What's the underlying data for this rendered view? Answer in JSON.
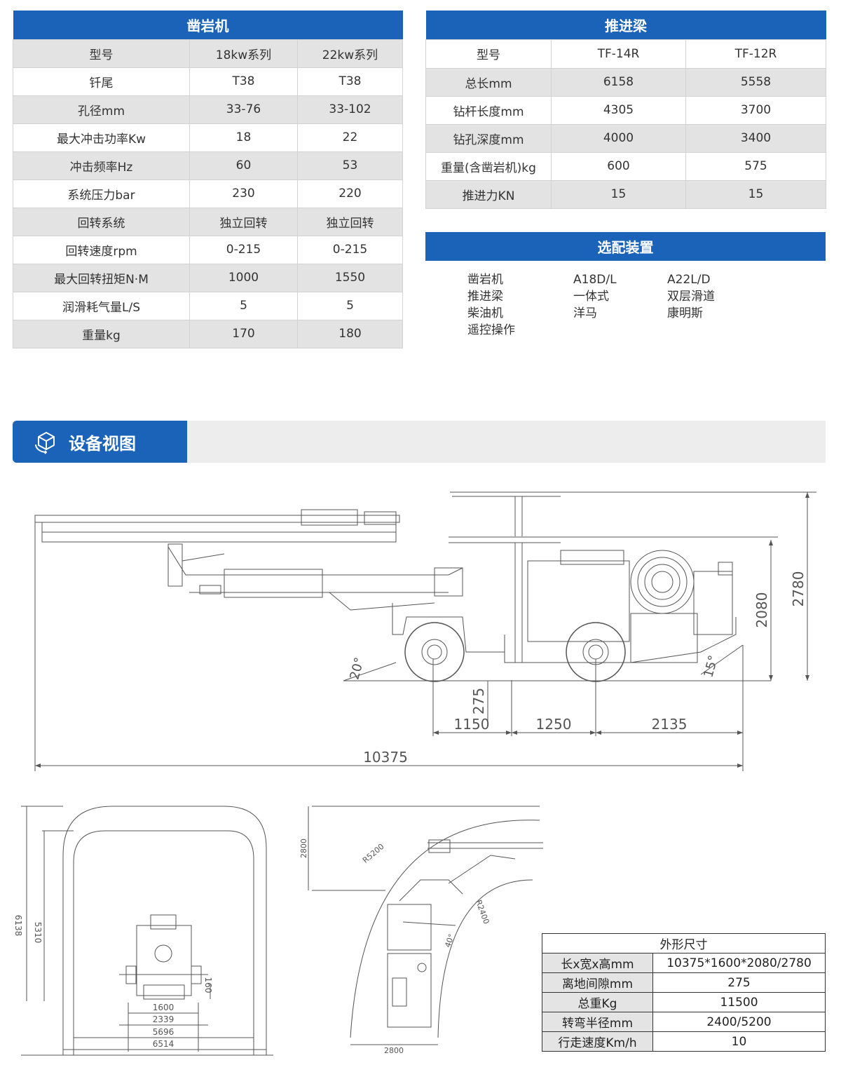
{
  "rock_drill": {
    "title": "凿岩机",
    "rows": [
      [
        "型号",
        "18kw系列",
        "22kw系列"
      ],
      [
        "钎尾",
        "T38",
        "T38"
      ],
      [
        "孔径mm",
        "33-76",
        "33-102"
      ],
      [
        "最大冲击功率Kw",
        "18",
        "22"
      ],
      [
        "冲击频率Hz",
        "60",
        "53"
      ],
      [
        "系统压力bar",
        "230",
        "220"
      ],
      [
        "回转系统",
        "独立回转",
        "独立回转"
      ],
      [
        "回转速度rpm",
        "0-215",
        "0-215"
      ],
      [
        "最大回转扭矩N·M",
        "1000",
        "1550"
      ],
      [
        "润滑耗气量L/S",
        "5",
        "5"
      ],
      [
        "重量kg",
        "170",
        "180"
      ]
    ]
  },
  "feed_beam": {
    "title": "推进梁",
    "rows": [
      [
        "型号",
        "TF-14R",
        "TF-12R"
      ],
      [
        "总长mm",
        "6158",
        "5558"
      ],
      [
        "钻杆长度mm",
        "4305",
        "3700"
      ],
      [
        "钻孔深度mm",
        "4000",
        "3400"
      ],
      [
        "重量(含凿岩机)kg",
        "600",
        "575"
      ],
      [
        "推进力KN",
        "15",
        "15"
      ]
    ]
  },
  "options": {
    "title": "选配装置",
    "col1": [
      "凿岩机",
      "推进梁",
      "柴油机",
      "遥控操作"
    ],
    "col2": [
      "A18D/L",
      "一体式",
      "洋马"
    ],
    "col3": [
      "A22L/D",
      "双层滑道",
      "康明斯"
    ]
  },
  "section": {
    "title": "设备视图",
    "icon": "cube-icon"
  },
  "side_view": {
    "dims": {
      "height_high": "2780",
      "height_low": "2080",
      "clearance": "275",
      "seg1": "1150",
      "seg2": "1250",
      "seg3": "2135",
      "total": "10375",
      "angle_front": "20°",
      "angle_rear": "15°"
    }
  },
  "front_view": {
    "dims": {
      "h_outer": "6138",
      "h_inner": "5310",
      "ground": "160",
      "w1": "1600",
      "w2": "2339",
      "w3": "5696",
      "w4": "6514"
    }
  },
  "top_view": {
    "dims": {
      "left": "2800",
      "bottom": "2800",
      "r_outer": "R5200",
      "r_inner": "R2400",
      "angle": "40°"
    }
  },
  "dimensions_table": {
    "title": "外形尺寸",
    "rows": [
      [
        "长x宽x高mm",
        "10375*1600*2080/2780"
      ],
      [
        "离地间隙mm",
        "275"
      ],
      [
        "总重Kg",
        "11500"
      ],
      [
        "转弯半径mm",
        "2400/5200"
      ],
      [
        "行走速度Km/h",
        "10"
      ]
    ]
  },
  "colors": {
    "accent": "#1a63b8",
    "row_gray": "#e3e3e3"
  }
}
